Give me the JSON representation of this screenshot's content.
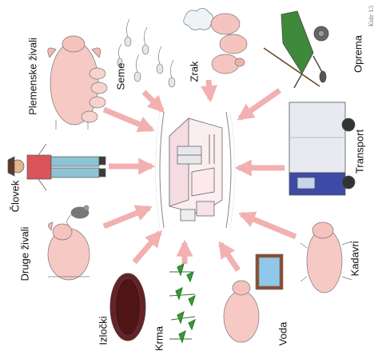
{
  "diagram": {
    "center": {
      "name": "farm-building"
    },
    "labels": {
      "plemenske_zivali": "Plemenske živali",
      "seme": "Seme",
      "zrak": "Zrak",
      "oprema": "Oprema",
      "clovek": "Človek",
      "transport": "Transport",
      "druge_zivali": "Druge živali",
      "kadavri": "Kadavri",
      "izlocki": "Izločki",
      "krma": "Krma",
      "voda": "Voda"
    },
    "signature": "Kidr 13",
    "colors": {
      "arrow": "#f2b0b0",
      "pig": "#f7c9c4",
      "wheelbarrow": "#3f8a3a",
      "truck_cab": "#3d4aa8",
      "shirt": "#d9545a",
      "jeans": "#8ec3d6",
      "plants": "#3a9a3a",
      "excrement": "#6b1f24",
      "water": "#8fc8e8"
    }
  }
}
